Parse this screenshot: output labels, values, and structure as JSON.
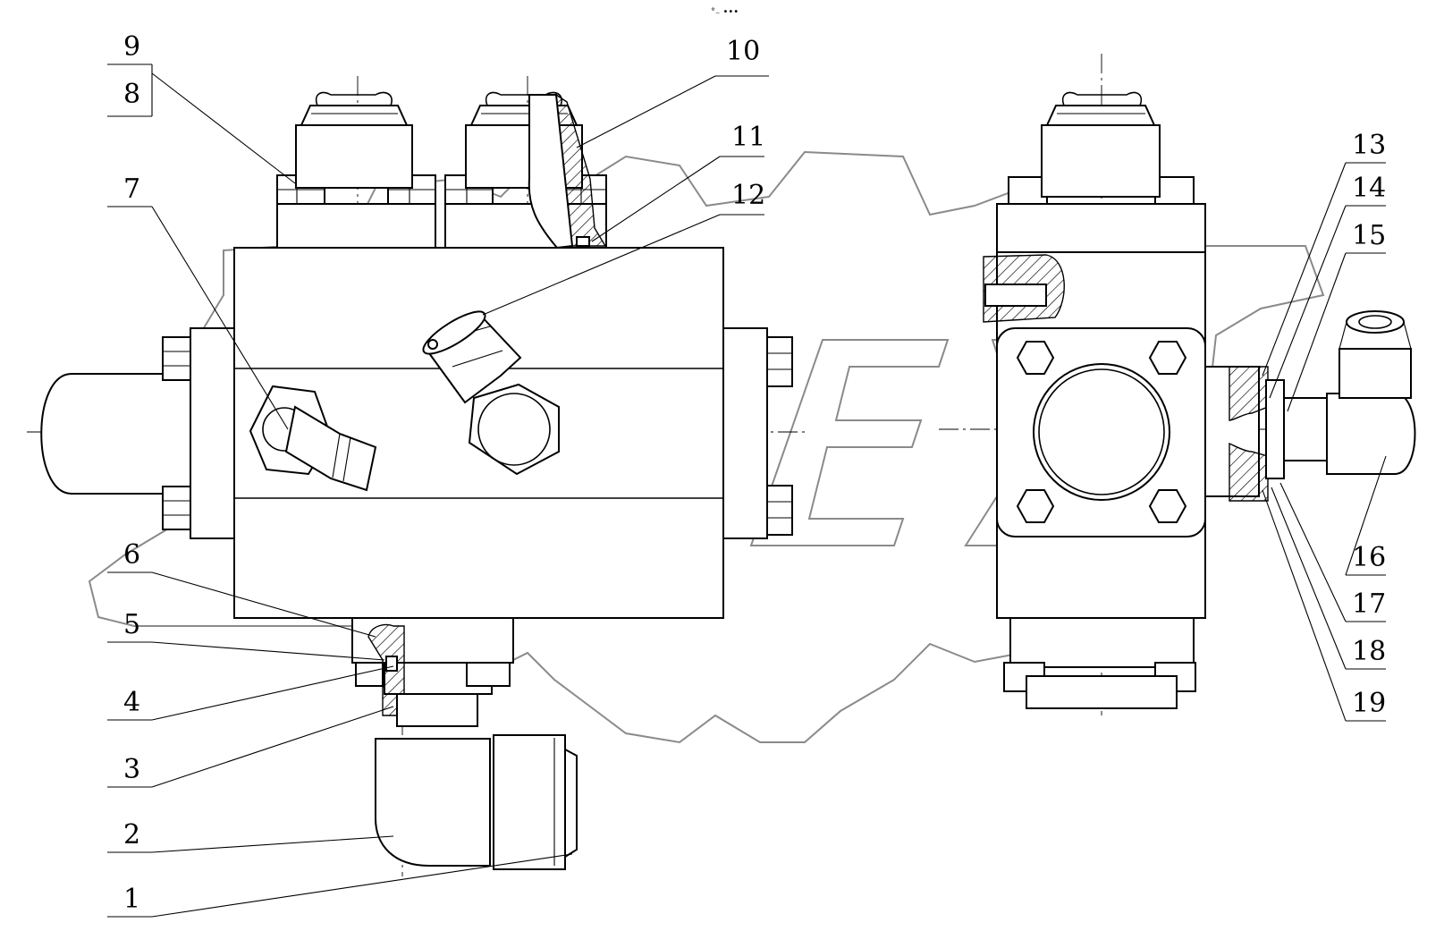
{
  "drawing": {
    "header_mark": "°₋ •••",
    "watermark": "OPEX",
    "callouts": [
      {
        "id": "c1",
        "label": "1"
      },
      {
        "id": "c2",
        "label": "2"
      },
      {
        "id": "c3",
        "label": "3"
      },
      {
        "id": "c4",
        "label": "4"
      },
      {
        "id": "c5",
        "label": "5"
      },
      {
        "id": "c6",
        "label": "6"
      },
      {
        "id": "c7",
        "label": "7"
      },
      {
        "id": "c8",
        "label": "8"
      },
      {
        "id": "c9",
        "label": "9"
      },
      {
        "id": "c10",
        "label": "10"
      },
      {
        "id": "c11",
        "label": "11"
      },
      {
        "id": "c12",
        "label": "12"
      },
      {
        "id": "c13",
        "label": "13"
      },
      {
        "id": "c14",
        "label": "14"
      },
      {
        "id": "c15",
        "label": "15"
      },
      {
        "id": "c16",
        "label": "16"
      },
      {
        "id": "c17",
        "label": "17"
      },
      {
        "id": "c18",
        "label": "18"
      },
      {
        "id": "c19",
        "label": "19"
      }
    ]
  }
}
